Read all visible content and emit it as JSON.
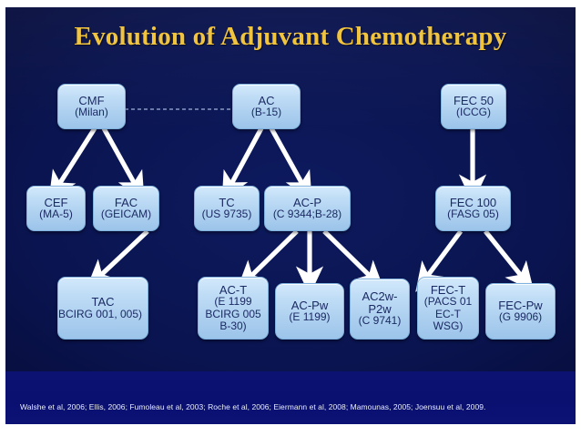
{
  "slide": {
    "title": "Evolution of Adjuvant Chemotherapy",
    "colors": {
      "background_navy": "#0a1450",
      "title_gold": "#f0c23a",
      "box_fill_light": "#d3e9fb",
      "box_fill_dark": "#9cc4ea",
      "box_text": "#1b2a63",
      "arrow_white": "#ffffff",
      "footer_band": "#0a1070"
    },
    "footer": "Walshe et al, 2006; Ellis, 2006; Fumoleau et al, 2003; Roche et al, 2006; Eiermann et al, 2008; Mamounas, 2005; Joensuu et al, 2009."
  },
  "nodes": [
    {
      "id": "cmf",
      "lines": [
        "CMF",
        "(Milan)"
      ]
    },
    {
      "id": "ac",
      "lines": [
        "AC",
        "(B-15)"
      ]
    },
    {
      "id": "fec50",
      "lines": [
        "FEC 50",
        "(ICCG)"
      ]
    },
    {
      "id": "cef",
      "lines": [
        "CEF",
        "(MA-5)"
      ]
    },
    {
      "id": "fac",
      "lines": [
        "FAC",
        "(GEICAM)"
      ]
    },
    {
      "id": "tc",
      "lines": [
        "TC",
        "(US 9735)"
      ]
    },
    {
      "id": "acp",
      "lines": [
        "AC-P",
        "(C 9344;B-28)"
      ]
    },
    {
      "id": "fec100",
      "lines": [
        "FEC 100",
        "(FASG 05)"
      ]
    },
    {
      "id": "tac",
      "lines": [
        "TAC",
        "BCIRG 001, 005)"
      ]
    },
    {
      "id": "act",
      "lines": [
        "AC-T",
        "(E 1199",
        "BCIRG 005",
        "B-30)"
      ]
    },
    {
      "id": "acpw",
      "lines": [
        "AC-Pw",
        "(E 1199)"
      ]
    },
    {
      "id": "ac2wp2w",
      "lines": [
        "AC2w-",
        "P2w",
        "(C 9741)"
      ]
    },
    {
      "id": "fect",
      "lines": [
        "FEC-T",
        "(PACS 01",
        "EC-T",
        "WSG)"
      ]
    },
    {
      "id": "fecpw",
      "lines": [
        "FEC-Pw",
        "(G 9906)"
      ]
    }
  ],
  "connections": [
    {
      "from": "cmf",
      "to": "ac",
      "style": "dashed"
    },
    {
      "from": "cmf",
      "to": "cef",
      "style": "arrow"
    },
    {
      "from": "cmf",
      "to": "fac",
      "style": "arrow"
    },
    {
      "from": "ac",
      "to": "tc",
      "style": "arrow"
    },
    {
      "from": "ac",
      "to": "acp",
      "style": "arrow"
    },
    {
      "from": "fec50",
      "to": "fec100",
      "style": "arrow"
    },
    {
      "from": "fac",
      "to": "tac",
      "style": "arrow"
    },
    {
      "from": "acp",
      "to": "act",
      "style": "arrow"
    },
    {
      "from": "acp",
      "to": "acpw",
      "style": "arrow"
    },
    {
      "from": "acp",
      "to": "ac2wp2w",
      "style": "arrow"
    },
    {
      "from": "fec100",
      "to": "fect",
      "style": "arrow"
    },
    {
      "from": "fec100",
      "to": "fecpw",
      "style": "arrow"
    }
  ]
}
